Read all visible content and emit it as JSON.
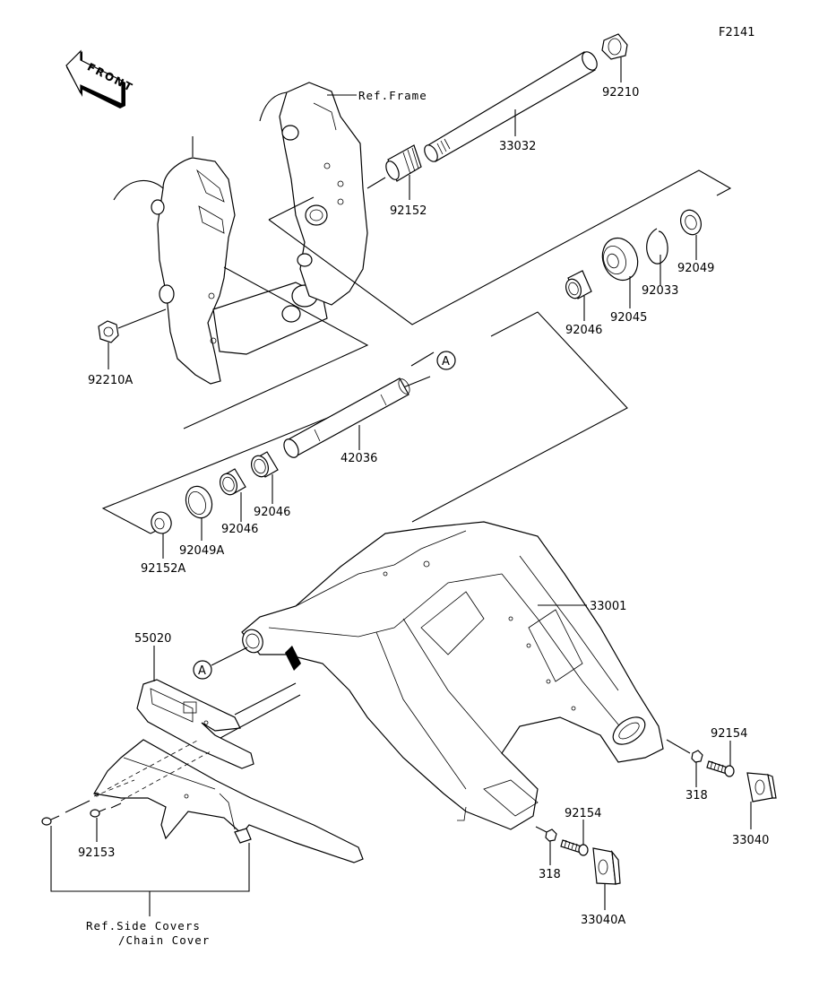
{
  "figure_code": "F2141",
  "front_arrow": {
    "text": "FRONT",
    "icon": "front-direction-arrow-icon"
  },
  "references": {
    "frame": "Ref.Frame",
    "side_covers_line1": "Ref.Side Covers",
    "side_covers_line2": "/Chain Cover"
  },
  "callout_marker": "A",
  "parts": [
    {
      "id": "p-92210",
      "label": "92210"
    },
    {
      "id": "p-33032",
      "label": "33032"
    },
    {
      "id": "p-92152",
      "label": "92152"
    },
    {
      "id": "p-92049",
      "label": "92049"
    },
    {
      "id": "p-92033",
      "label": "92033"
    },
    {
      "id": "p-92045",
      "label": "92045"
    },
    {
      "id": "p-92046-top",
      "label": "92046"
    },
    {
      "id": "p-92210A",
      "label": "92210A"
    },
    {
      "id": "p-42036",
      "label": "42036"
    },
    {
      "id": "p-92046-mid",
      "label": "92046"
    },
    {
      "id": "p-92046-low",
      "label": "92046"
    },
    {
      "id": "p-92049A",
      "label": "92049A"
    },
    {
      "id": "p-92152A",
      "label": "92152A"
    },
    {
      "id": "p-33001",
      "label": "33001"
    },
    {
      "id": "p-55020",
      "label": "55020"
    },
    {
      "id": "p-92153",
      "label": "92153"
    },
    {
      "id": "p-92154-right",
      "label": "92154"
    },
    {
      "id": "p-318-right",
      "label": "318"
    },
    {
      "id": "p-33040",
      "label": "33040"
    },
    {
      "id": "p-92154-left",
      "label": "92154"
    },
    {
      "id": "p-318-left",
      "label": "318"
    },
    {
      "id": "p-33040A",
      "label": "33040A"
    }
  ]
}
